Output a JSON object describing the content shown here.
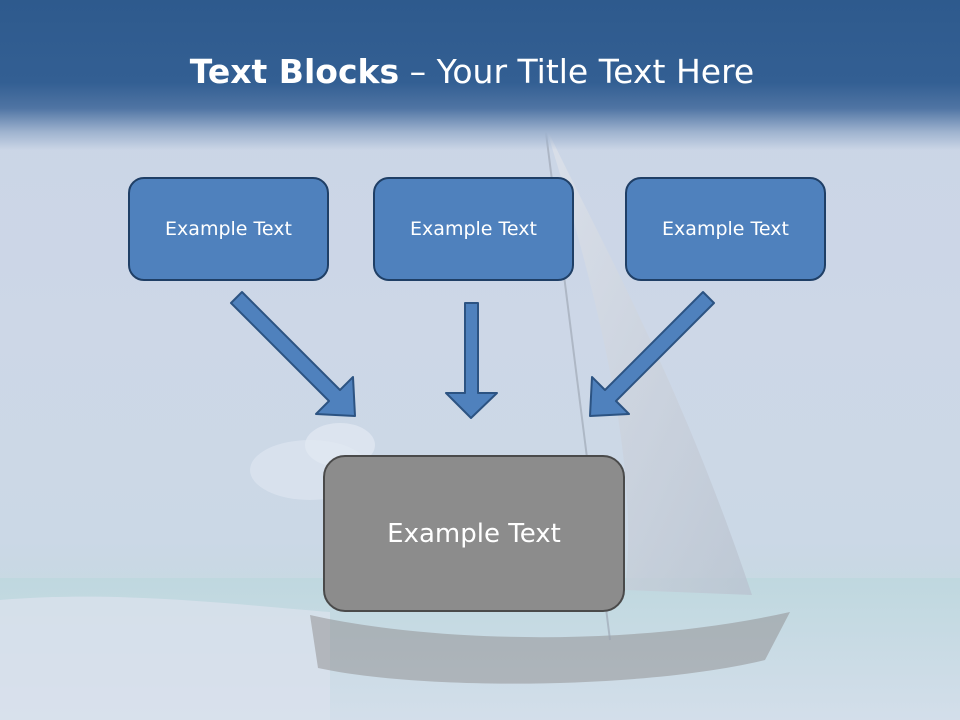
{
  "slide": {
    "title_bold": "Text Blocks",
    "title_dash": " – ",
    "title_rest": "Your Title Text Here",
    "boxes": [
      "Example Text",
      "Example Text",
      "Example Text"
    ],
    "center_box": "Example Text"
  },
  "colors": {
    "title_band": "#2e5a8d",
    "box_fill": "#4f81bd",
    "box_border": "#1f3f66",
    "center_fill": "#8c8c8c",
    "arrow_fill": "#4f81bd",
    "arrow_stroke": "#2c5382"
  }
}
